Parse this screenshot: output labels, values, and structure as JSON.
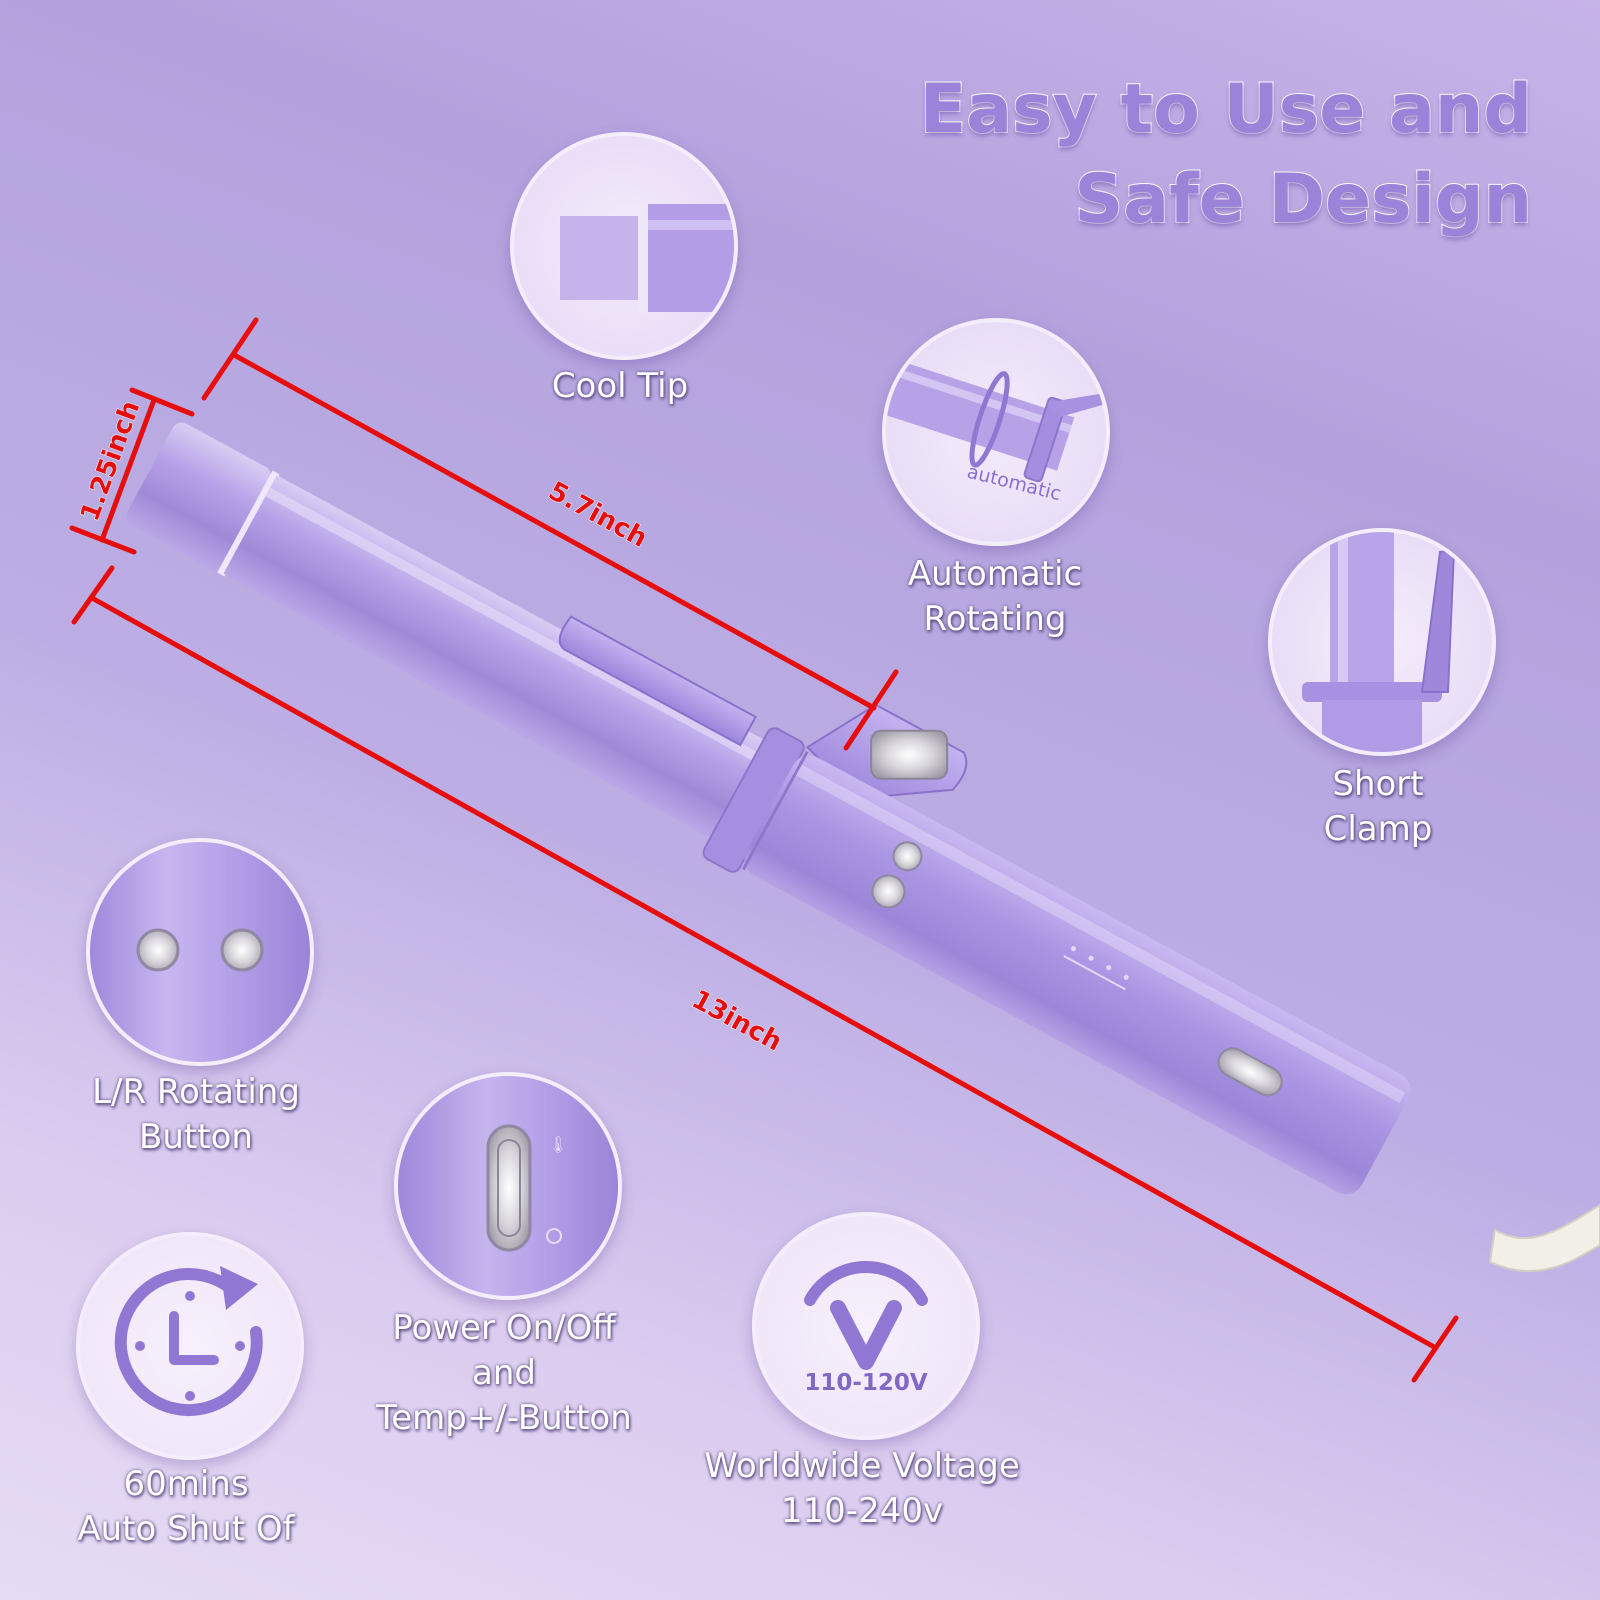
{
  "title": {
    "line1": "Easy to Use and",
    "line2": "Safe Design"
  },
  "features": {
    "cool_tip": {
      "label": "Cool Tip",
      "icon": "cool-tip-closeup"
    },
    "auto_rotate": {
      "line1": "Automatic",
      "line2": "Rotating",
      "overlay": "automatic",
      "icon": "rotating-barrel-closeup"
    },
    "short_clamp": {
      "line1": "Short",
      "line2": "Clamp",
      "icon": "clamp-closeup"
    },
    "lr_button": {
      "line1": "L/R Rotating",
      "line2": "Button",
      "icon": "rotation-buttons-closeup"
    },
    "power_button": {
      "line1": "Power On/Off",
      "line2": "and",
      "line3": "Temp+/-Button",
      "icon": "power-button-closeup"
    },
    "auto_off": {
      "line1": "60mins",
      "line2": "Auto Shut Of",
      "icon": "timer-clock-icon"
    },
    "voltage": {
      "line1": "Worldwide Voltage",
      "line2": "110-240v",
      "badge": "110-120V",
      "icon": "voltage-v-icon"
    }
  },
  "dimensions": {
    "diameter": "1.25inch",
    "barrel": "5.7inch",
    "total": "13inch"
  },
  "colors": {
    "accent": "#9a83d8",
    "device": "#b6a0e8",
    "dimension": "#e60d0d"
  }
}
